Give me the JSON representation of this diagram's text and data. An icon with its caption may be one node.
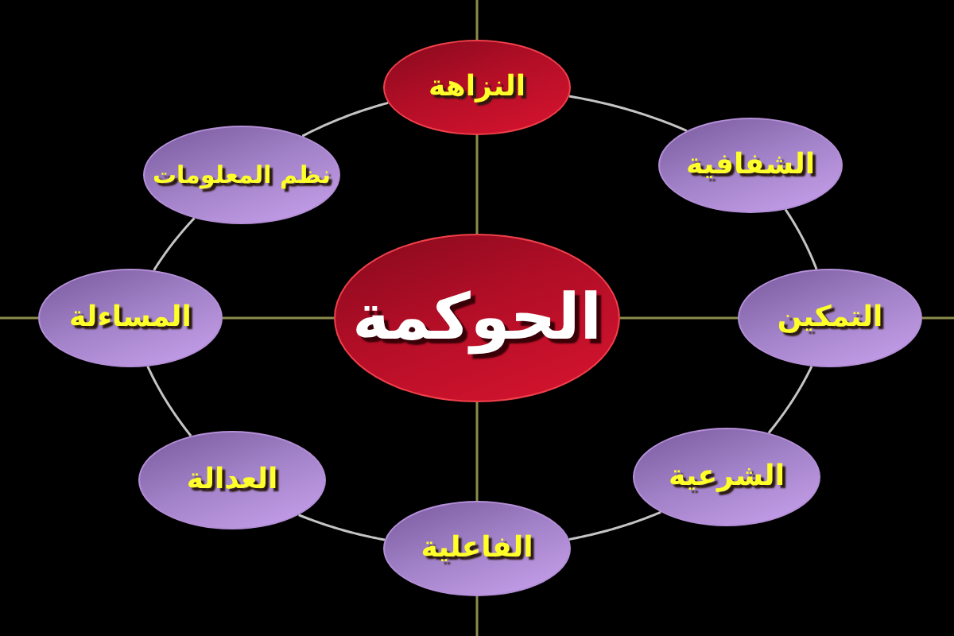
{
  "diagram": {
    "nodes": [
      {
        "text": [
          "النزاهة"
        ]
      },
      {
        "text": [
          "الشفافية"
        ]
      },
      {
        "text": [
          "نظم المعلومات"
        ]
      },
      {
        "text": [
          "الحوكمة"
        ]
      },
      {
        "text": [
          "التمكين"
        ]
      },
      {
        "text": [
          "المساءلة"
        ]
      },
      {
        "text": [
          "الشرعية"
        ]
      },
      {
        "text": [
          "العدالة"
        ]
      },
      {
        "text": [
          "الفاعلية"
        ]
      }
    ],
    "edges": [
      {
        "from": 0,
        "to": 1,
        "arrow": "none"
      },
      {
        "from": 1,
        "to": 4,
        "arrow": "none"
      },
      {
        "from": 4,
        "to": 6,
        "arrow": "none"
      },
      {
        "from": 6,
        "to": 8,
        "arrow": "none"
      },
      {
        "from": 8,
        "to": 7,
        "arrow": "none"
      },
      {
        "from": 7,
        "to": 5,
        "arrow": "none"
      },
      {
        "from": 5,
        "to": 2,
        "arrow": "none"
      },
      {
        "from": 2,
        "to": 0,
        "arrow": "none"
      },
      {
        "from": 3,
        "to": 0,
        "arrow": "none",
        "color": "#8c8c4c"
      },
      {
        "from": 3,
        "to": 4,
        "arrow": "none",
        "color": "#8c8c4c"
      },
      {
        "from": 3,
        "to": 8,
        "arrow": "none",
        "color": "#8c8c4c"
      },
      {
        "from": 3,
        "to": 5,
        "arrow": "none",
        "color": "#8c8c4c"
      },
      {
        "from": 0,
        "to": null,
        "arrow": "none",
        "color": "#8c8c4c"
      },
      {
        "from": 4,
        "to": null,
        "arrow": "none",
        "color": "#8c8c4c"
      },
      {
        "from": 8,
        "to": null,
        "arrow": "none",
        "color": "#8c8c4c"
      },
      {
        "from": 5,
        "to": null,
        "arrow": "none",
        "color": "#8c8c4c"
      }
    ]
  }
}
